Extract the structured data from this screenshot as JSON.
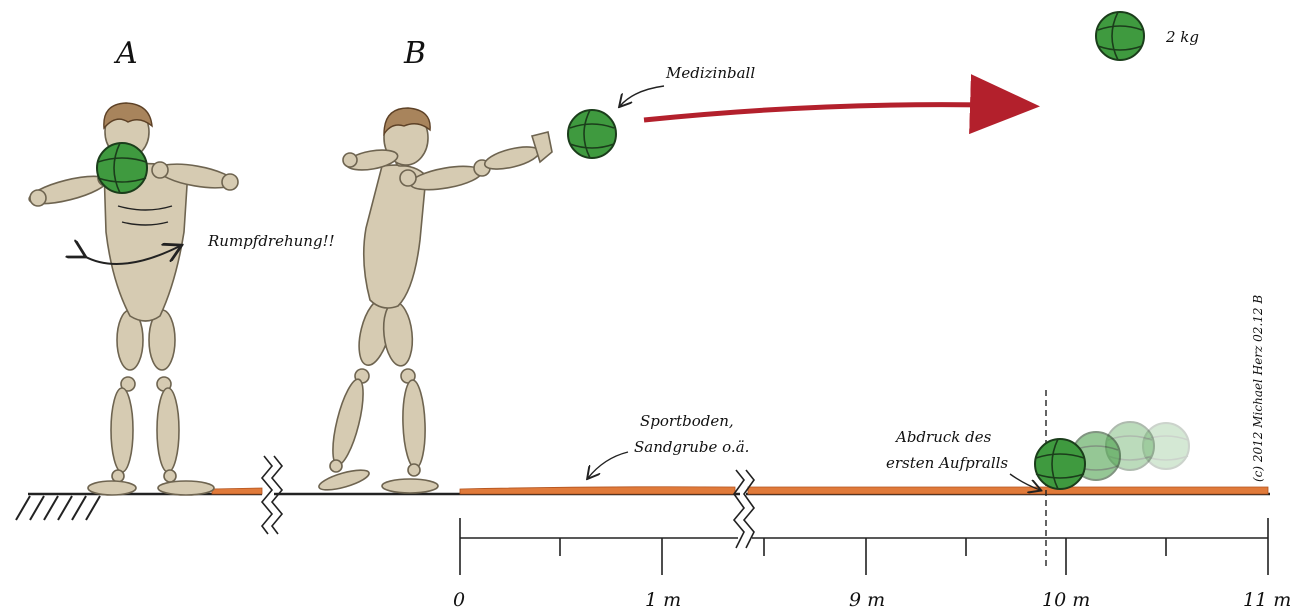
{
  "labels": {
    "figure_a": "A",
    "figure_b": "B",
    "ball_weight": "2 kg",
    "medicine_ball": "Medizinball",
    "torso_rotation": "Rumpfdrehung!!",
    "surface_line1": "Sportboden,",
    "surface_line2": "Sandgrube o.ä.",
    "impact_line1": "Abdruck des",
    "impact_line2": "ersten Aufpralls",
    "copyright": "(c) 2012 Michael Herz 02.12 B"
  },
  "scale": {
    "ticks": [
      "0",
      "1 m",
      "9 m",
      "10 m",
      "11 m"
    ]
  },
  "colors": {
    "ball": "#3f9a3f",
    "trajectory_arrow": "#b3202c",
    "sand": "#e07a3a",
    "wood_figure": "#d6cbb2",
    "hair": "#a8845c"
  },
  "icons": {
    "medicine_ball": "green-ball-icon",
    "trajectory": "red-arrow-icon",
    "floor_hatch": "hatch-icon",
    "scale_break": "zigzag-break-icon"
  }
}
